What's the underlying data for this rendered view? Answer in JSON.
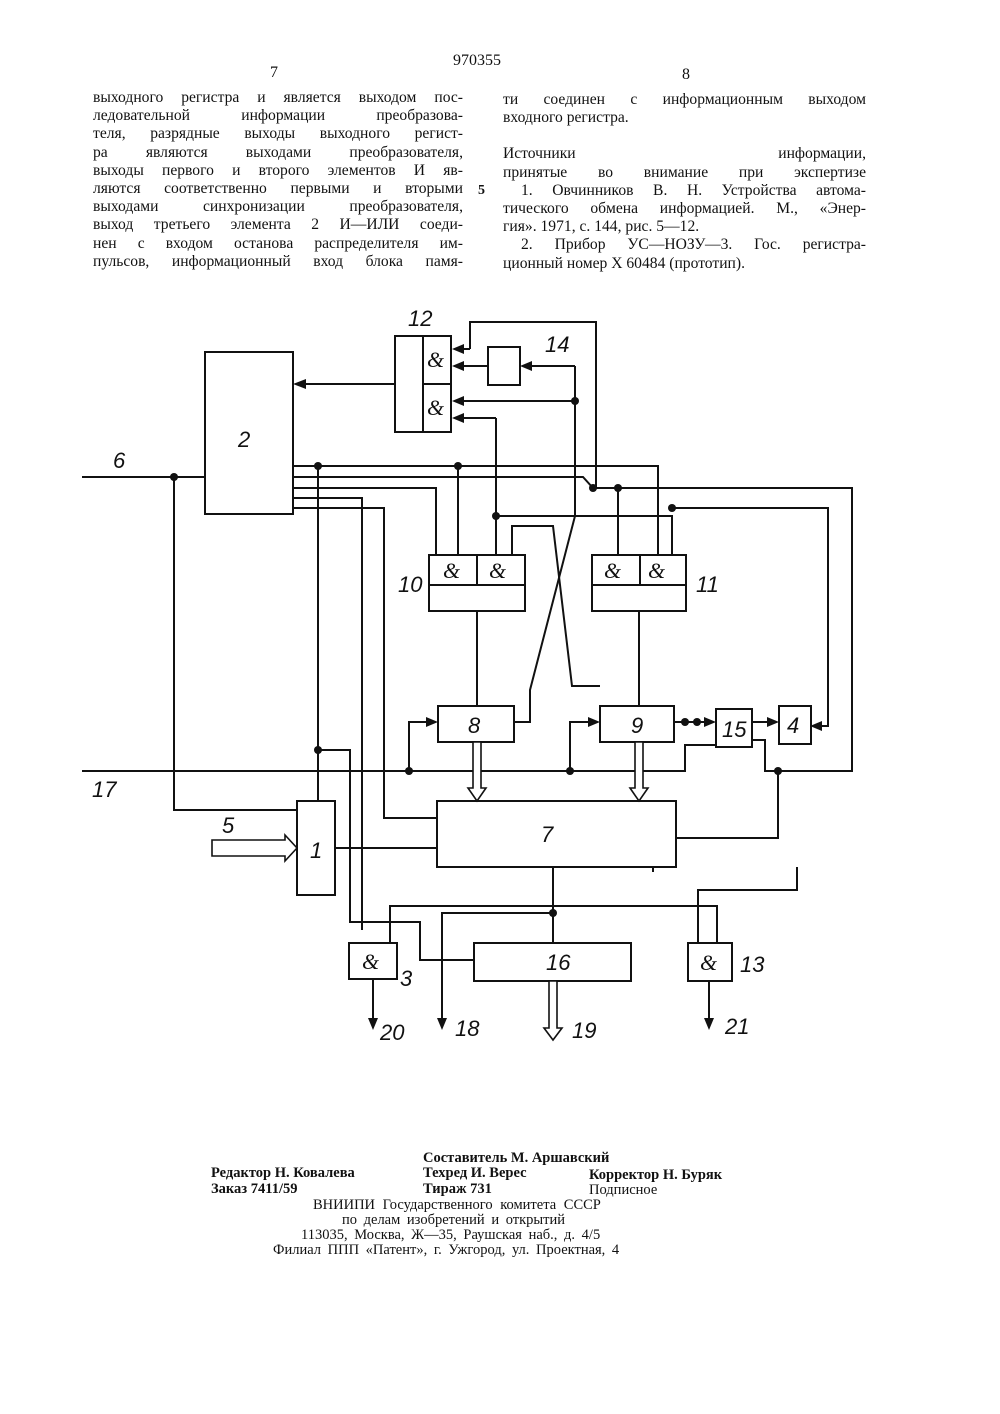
{
  "page": {
    "patent_number": "970355",
    "left_col_no": "7",
    "right_col_no": "8",
    "line_marker": "5"
  },
  "left_text": [
    "выходного регистра и является выходом пос-",
    "ледовательной информации преобразова-",
    "теля, разрядные выходы выходного регист-",
    "ра являются выходами преобразователя,",
    "выходы первого и второго элементов И яв-",
    "ляются соответственно первыми и вторыми",
    "выходами синхронизации преобразователя,",
    "выход третьего элемента 2 И—ИЛИ соеди-",
    "нен с входом останова распределителя им-",
    "пульсов, информационный вход блока памя-"
  ],
  "right_text": [
    "ти соединен с информационным выходом",
    "входного регистра."
  ],
  "sources": {
    "heading_1": "Источники информации,",
    "heading_2": "принятые во внимание при экспертизе",
    "ref1_lines": [
      "1. Овчинников В. Н. Устройства автома-",
      "тического обмена информацией. М., «Энер-",
      "гия». 1971, с. 144, рис. 5—12."
    ],
    "ref2_lines": [
      "2. Прибор УС—НОЗУ—3. Гос. регистра-",
      "ционный номер X 60484 (прототип)."
    ]
  },
  "diagram": {
    "blocks": {
      "b1": "1",
      "b2": "2",
      "b3": "3",
      "b4": "4",
      "b7": "7",
      "b8": "8",
      "b9": "9",
      "b10": "10",
      "b11": "11",
      "b12": "12",
      "b13": "13",
      "b14": "14",
      "b15": "15",
      "b16": "16"
    },
    "and_symbol": "&",
    "lines": {
      "l5": "5",
      "l6": "6",
      "l17": "17",
      "l18": "18",
      "l19": "19",
      "l20": "20",
      "l21": "21"
    }
  },
  "footer": {
    "compiler": "Составитель М. Аршавский",
    "editor": "Редактор Н. Ковалева",
    "techred": "Техред И. Верес",
    "corrector": "Корректор Н. Буряк",
    "order": "Заказ 7411/59",
    "circulation": "Тираж 731",
    "subscription": "Подписное",
    "org_1": "ВНИИПИ Государственного комитета СССР",
    "org_2": "по делам изобретений и открытий",
    "org_3": "113035, Москва, Ж—35, Раушская наб., д. 4/5",
    "org_4": "Филиал ППП «Патент», г. Ужгород, ул. Проектная, 4"
  }
}
